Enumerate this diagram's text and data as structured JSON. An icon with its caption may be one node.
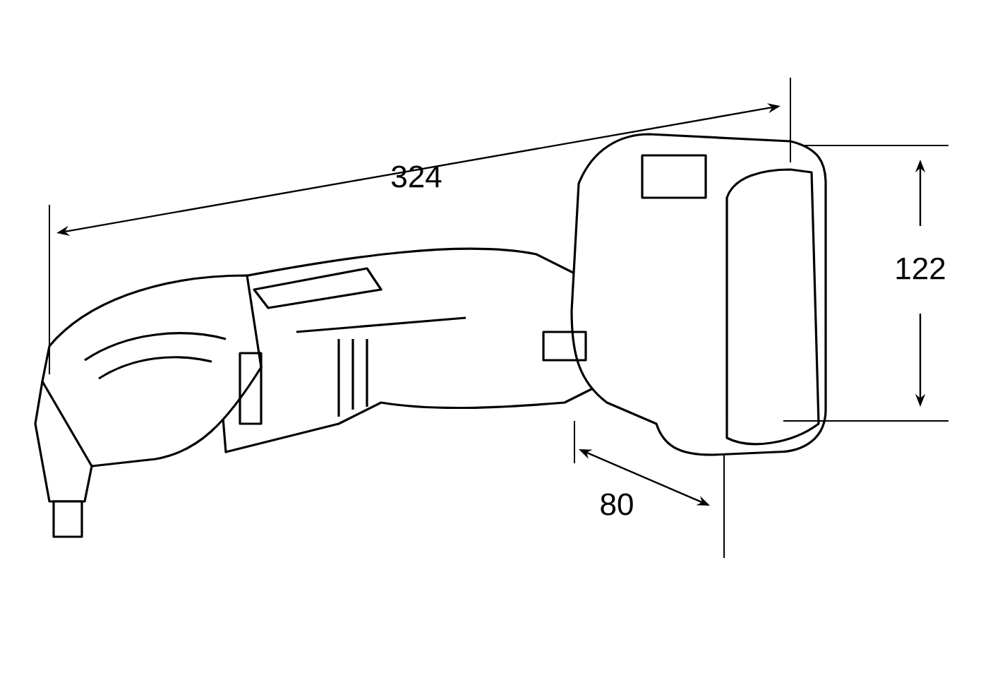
{
  "diagram": {
    "labels": [
      "324",
      "122",
      "80"
    ]
  }
}
